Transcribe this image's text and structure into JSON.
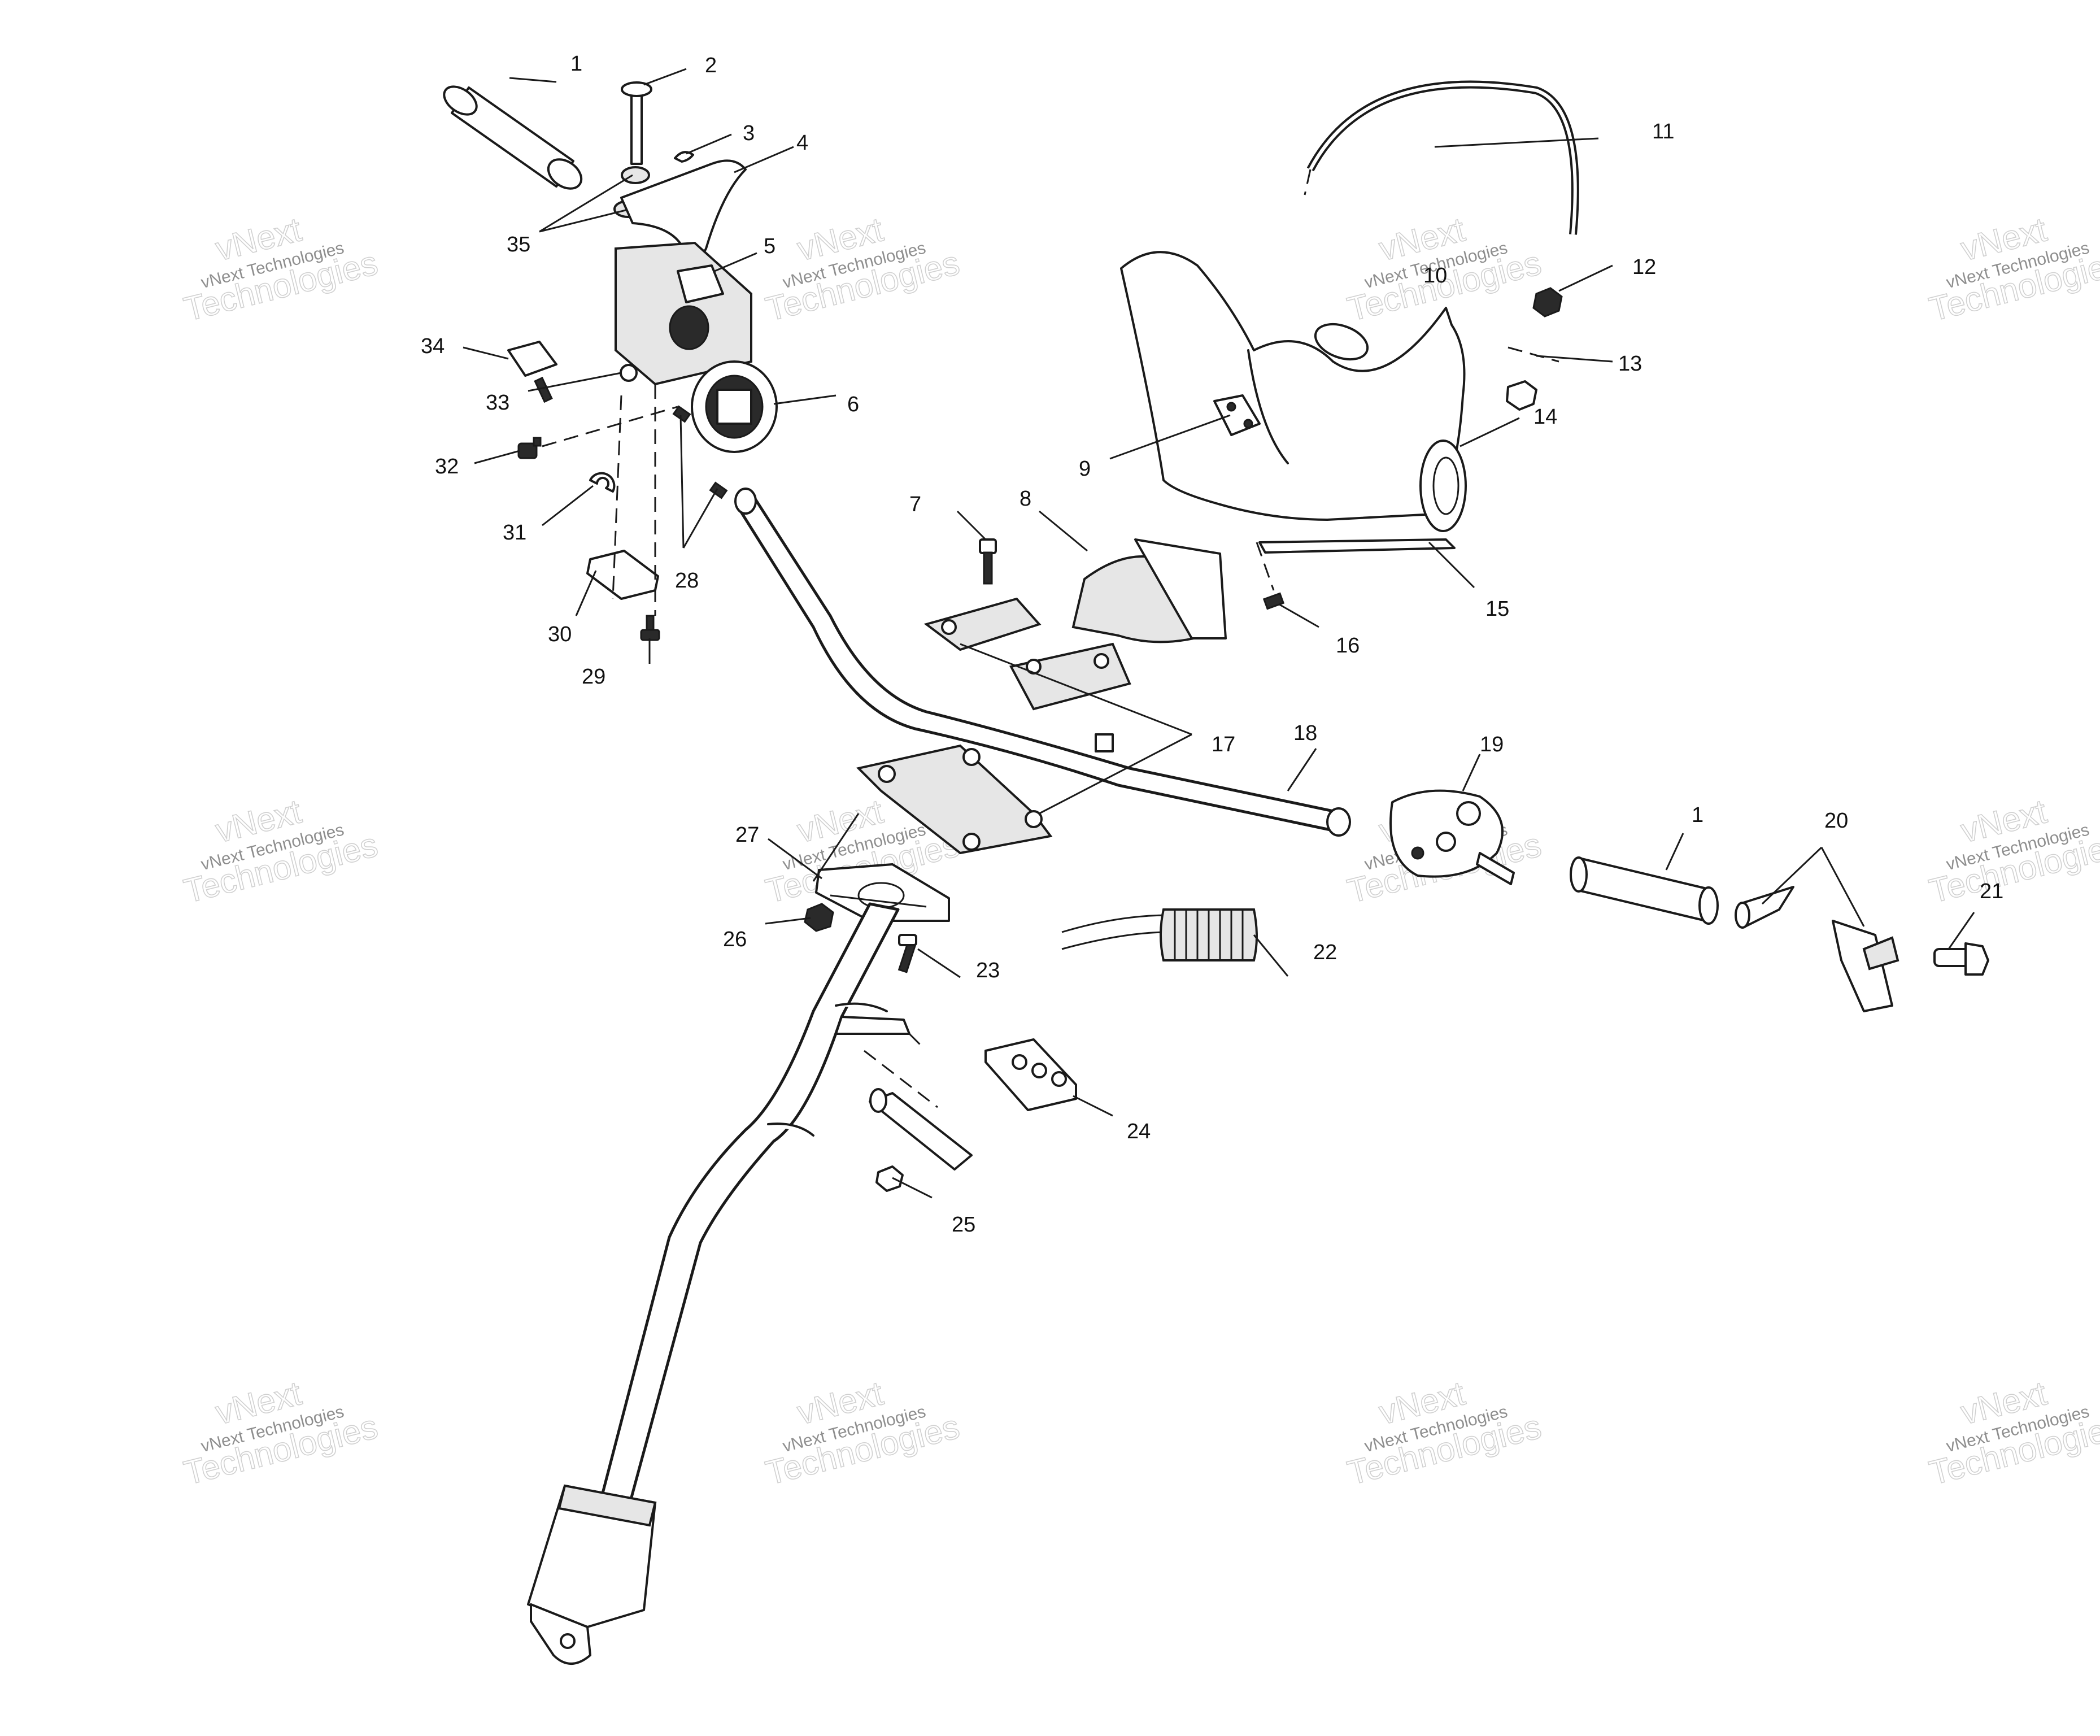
{
  "watermark": {
    "line_small": "vNext Technologies",
    "line_big_1": "vNext",
    "line_big_2": "Technologies"
  },
  "callouts": [
    "1",
    "2",
    "3",
    "4",
    "5",
    "6",
    "7",
    "8",
    "9",
    "10",
    "11",
    "12",
    "13",
    "14",
    "15",
    "16",
    "17",
    "18",
    "19",
    "20",
    "21",
    "22",
    "23",
    "24",
    "25",
    "26",
    "27",
    "28",
    "29",
    "30",
    "31",
    "32",
    "33",
    "34",
    "35",
    "1"
  ]
}
